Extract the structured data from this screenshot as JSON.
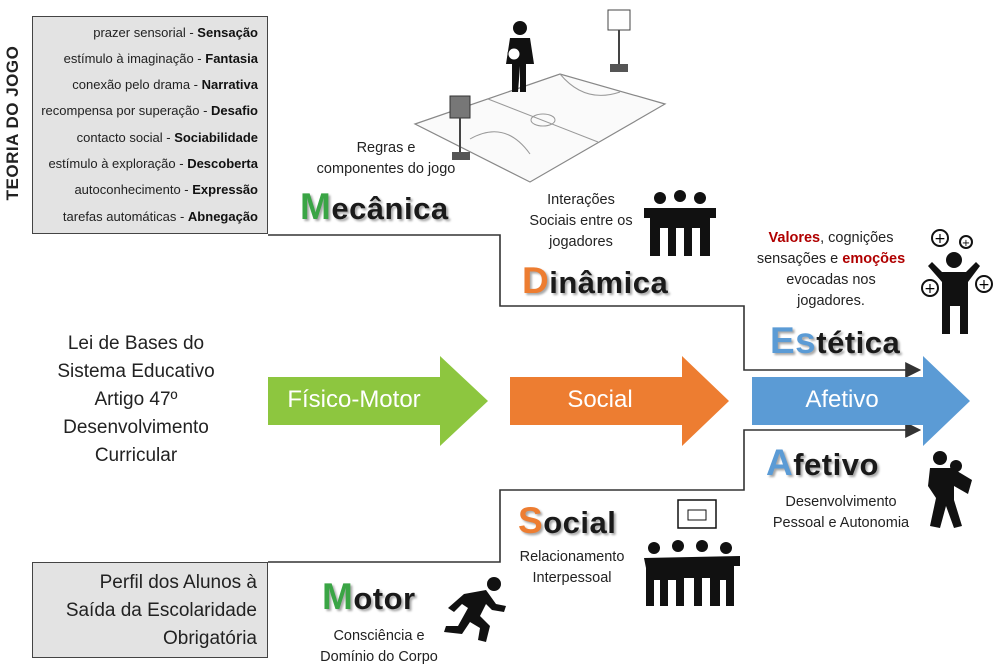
{
  "theory": {
    "title": "TEORIA DO JOGO",
    "items": [
      {
        "prefix": "prazer sensorial - ",
        "term": "Sensação"
      },
      {
        "prefix": "estímulo à imaginação - ",
        "term": "Fantasia"
      },
      {
        "prefix": "conexão pelo drama - ",
        "term": "Narrativa"
      },
      {
        "prefix": "recompensa por superação - ",
        "term": "Desafio"
      },
      {
        "prefix": "contacto social - ",
        "term": "Sociabilidade"
      },
      {
        "prefix": "estímulo à exploração - ",
        "term": "Descoberta"
      },
      {
        "prefix": "autoconhecimento - ",
        "term": "Expressão"
      },
      {
        "prefix": "tarefas automáticas - ",
        "term": "Abnegação"
      }
    ]
  },
  "law": {
    "lines": [
      "Lei de Bases do",
      "Sistema Educativo",
      "Artigo 47º",
      "Desenvolvimento",
      "Curricular"
    ]
  },
  "profile": {
    "lines": [
      "Perfil dos Alunos à",
      "Saída da Escolaridade",
      "Obrigatória"
    ]
  },
  "arrows": [
    {
      "label": "Físico-Motor",
      "color": "#8dc63f"
    },
    {
      "label": "Social",
      "color": "#ed7d31"
    },
    {
      "label": "Afetivo",
      "color": "#5b9bd5"
    }
  ],
  "game_elements": {
    "mecanica": {
      "first": "M",
      "rest": "ecânica",
      "color": "#3aa545",
      "description_lines": [
        "Regras e",
        "componentes do jogo"
      ]
    },
    "dinamica": {
      "first": "D",
      "rest": "inâmica",
      "color": "#ed7d31",
      "description_lines": [
        "Interações",
        "Sociais entre os",
        "jogadores"
      ]
    },
    "estetica": {
      "first": "Es",
      "rest": "tética",
      "color": "#5b9bd5",
      "description": {
        "w1": "Valores",
        "t1": ", cognições",
        "t2": "sensações e ",
        "w2": "emoções",
        "t3": "evocadas nos",
        "t4": "jogadores."
      }
    }
  },
  "development": {
    "afetivo": {
      "first": "A",
      "rest": "fetivo",
      "color": "#5b9bd5",
      "description_lines": [
        "Desenvolvimento",
        "Pessoal e Autonomia"
      ]
    },
    "social": {
      "first": "S",
      "rest": "ocial",
      "color": "#ed7d31",
      "description_lines": [
        "Relacionamento",
        "Interpessoal"
      ]
    },
    "motor": {
      "first": "M",
      "rest": "otor",
      "color": "#3aa545",
      "description_lines": [
        "Consciência e",
        "Domínio do Corpo"
      ]
    }
  },
  "icons": [
    "basketball-court-icon",
    "group-of-players-icon",
    "happy-person-icon",
    "person-carrying-person-icon",
    "basketball-team-icon",
    "runner-icon"
  ]
}
